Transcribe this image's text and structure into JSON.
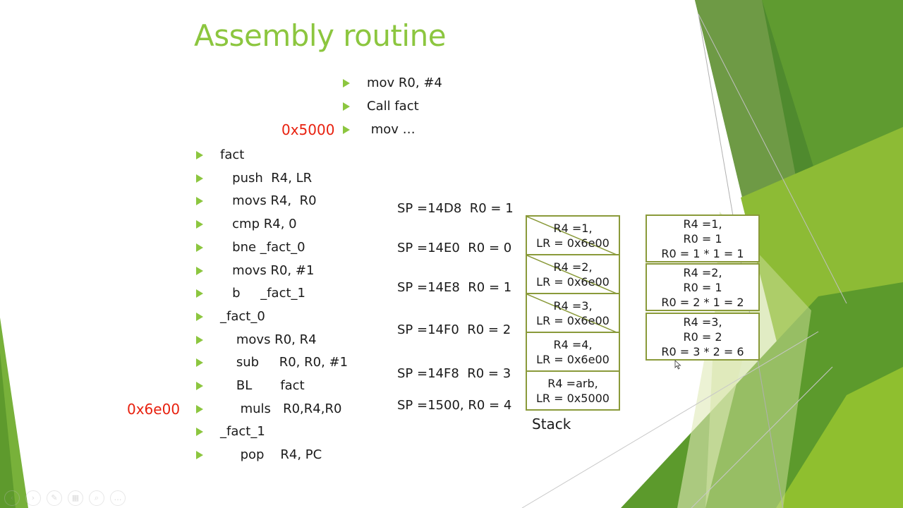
{
  "slide": {
    "title": "Assembly routine"
  },
  "caller": [
    {
      "text": "mov R0, #4",
      "addr": ""
    },
    {
      "text": "Call fact",
      "addr": ""
    },
    {
      "text": " mov …",
      "addr": "0x5000"
    }
  ],
  "routine": [
    {
      "text": "fact",
      "addr": ""
    },
    {
      "text": "   push  R4, LR",
      "addr": ""
    },
    {
      "text": "   movs R4,  R0",
      "addr": ""
    },
    {
      "text": "   cmp R4, 0",
      "addr": ""
    },
    {
      "text": "   bne _fact_0",
      "addr": ""
    },
    {
      "text": "   movs R0, #1",
      "addr": ""
    },
    {
      "text": "   b     _fact_1",
      "addr": ""
    },
    {
      "text": "_fact_0",
      "addr": ""
    },
    {
      "text": "    movs R0, R4",
      "addr": ""
    },
    {
      "text": "    sub     R0, R0, #1",
      "addr": ""
    },
    {
      "text": "    BL       fact",
      "addr": ""
    },
    {
      "text": "     muls   R0,R4,R0",
      "addr": "0x6e00"
    },
    {
      "text": "_fact_1",
      "addr": ""
    },
    {
      "text": "     pop    R4, PC",
      "addr": ""
    }
  ],
  "sp_labels": [
    "SP =14D8  R0 = 1",
    "SP =14E0  R0 = 0",
    "SP =14E8  R0 = 1",
    "SP =14F0  R0 = 2",
    "SP =14F8  R0 = 3",
    "SP =1500, R0 = 4"
  ],
  "stack": {
    "label": "Stack",
    "frames": [
      {
        "line1": "R4 =1,",
        "line2": "LR = 0x6e00",
        "crossed": true
      },
      {
        "line1": "R4 =2,",
        "line2": "LR = 0x6e00",
        "crossed": true
      },
      {
        "line1": "R4 =3,",
        "line2": "LR = 0x6e00",
        "crossed": true
      },
      {
        "line1": "R4 =4,",
        "line2": "LR = 0x6e00",
        "crossed": false
      },
      {
        "line1": "R4 =arb,",
        "line2": "LR = 0x5000",
        "crossed": false
      }
    ]
  },
  "results": [
    {
      "line1": "R4 =1,",
      "line2": "R0 = 1",
      "line3": "R0 = 1 * 1 = 1"
    },
    {
      "line1": "R4 =2,",
      "line2": "R0 = 1",
      "line3": "R0 = 2 * 1 = 2"
    },
    {
      "line1": "R4 =3,",
      "line2": "R0 = 2",
      "line3": "R0 = 3 * 2 = 6"
    }
  ],
  "colors": {
    "accent": "#8cc63f",
    "address": "#e8210f",
    "box_border": "#8a9a3a"
  },
  "toolbar_icons": [
    "prev-icon",
    "next-icon",
    "pen-icon",
    "slides-icon",
    "zoom-icon",
    "more-icon"
  ]
}
